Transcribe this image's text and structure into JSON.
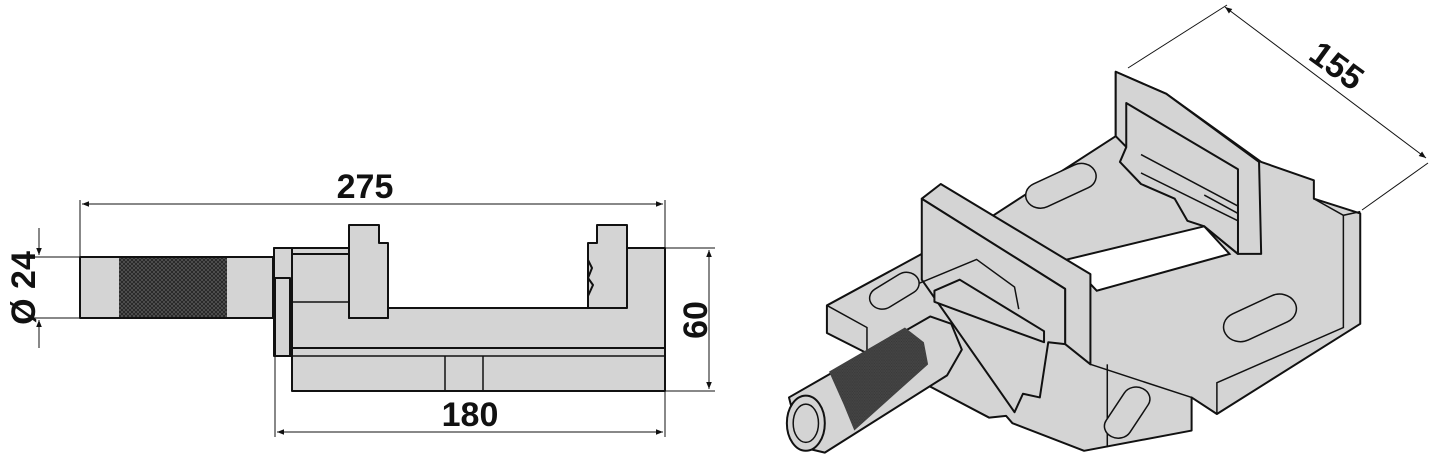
{
  "drawing": {
    "side_view": {
      "overall_length": "275",
      "base_length": "180",
      "spindle_diameter": "Ø 24",
      "height": "60"
    },
    "iso_view": {
      "width": "155"
    }
  },
  "colors": {
    "part_fill": "#d4d4d4",
    "line": "#111111",
    "knurl": "#4a4a4a",
    "background": "#ffffff"
  }
}
